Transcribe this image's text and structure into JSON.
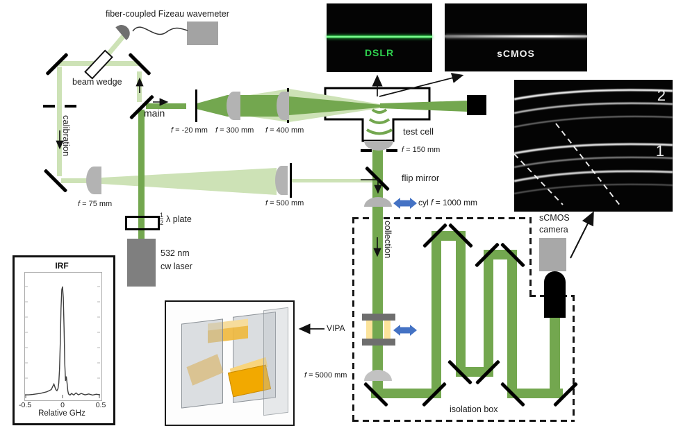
{
  "title": "Brillouin spectroscopy optical setup diagram",
  "labels": {
    "wavemeter": "fiber-coupled Fizeau wavemeter",
    "beam_wedge": "beam wedge",
    "main": "main",
    "calibration": "calibration",
    "collection": "collection",
    "f75": "f = 75 mm",
    "f_minus20": "f = -20 mm",
    "f300": "f = 300 mm",
    "f400": "f = 400 mm",
    "f500": "f = 500 mm",
    "f150": "f = 150 mm",
    "f5000": "f = 5000 mm",
    "cyl_prefix": "cyl",
    "cyl_value": "f = 1000 mm",
    "test_cell": "test cell",
    "flip_mirror": "flip mirror",
    "half_numerator": "1",
    "half_denominator": "2",
    "lambda_plate": "λ plate",
    "laser_line1": "532 nm",
    "laser_line2": "cw laser",
    "vipa": "VIPA",
    "isolation_box": "isolation box",
    "scmos_camera_line1": "sCMOS",
    "scmos_camera_line2": "camera"
  },
  "panels": {
    "dslr_label": "DSLR",
    "scmos_label": "sCMOS",
    "rings_order_top": "2",
    "rings_order_bottom": "1"
  },
  "colors": {
    "beam_green": "#73a74f",
    "beam_light_green": "#cde2b6",
    "optic_gray": "#b3b3b3",
    "device_gray": "#8c8c8c",
    "blue_arrow": "#4472c4",
    "vipa_yellow": "#fbe39b",
    "dslr_green": "#2fd24f"
  },
  "chart_data": {
    "type": "line",
    "title": "IRF",
    "xlabel": "Relative GHz",
    "xlim": [
      -0.5,
      0.5
    ],
    "ylim": [
      0,
      1
    ],
    "xticks": [
      -0.5,
      0,
      0.5
    ],
    "xtick_labels": [
      "-0.5",
      "0",
      "0.5"
    ],
    "grid": false,
    "points": [
      [
        -0.5,
        0.012
      ],
      [
        -0.45,
        0.012
      ],
      [
        -0.4,
        0.015
      ],
      [
        -0.35,
        0.02
      ],
      [
        -0.3,
        0.025
      ],
      [
        -0.27,
        0.03
      ],
      [
        -0.24,
        0.035
      ],
      [
        -0.21,
        0.04
      ],
      [
        -0.18,
        0.05
      ],
      [
        -0.15,
        0.06
      ],
      [
        -0.13,
        0.09
      ],
      [
        -0.115,
        0.11
      ],
      [
        -0.1,
        0.08
      ],
      [
        -0.09,
        0.06
      ],
      [
        -0.075,
        0.05
      ],
      [
        -0.06,
        0.07
      ],
      [
        -0.05,
        0.12
      ],
      [
        -0.04,
        0.25
      ],
      [
        -0.03,
        0.5
      ],
      [
        -0.02,
        0.8
      ],
      [
        -0.01,
        0.97
      ],
      [
        0,
        1.0
      ],
      [
        0.01,
        0.9
      ],
      [
        0.02,
        0.62
      ],
      [
        0.03,
        0.3
      ],
      [
        0.04,
        0.14
      ],
      [
        0.05,
        0.18
      ],
      [
        0.06,
        0.12
      ],
      [
        0.07,
        0.05
      ],
      [
        0.08,
        0.02
      ],
      [
        0.1,
        0.01
      ],
      [
        0.12,
        0.025
      ],
      [
        0.15,
        0.01
      ],
      [
        0.18,
        0.03
      ],
      [
        0.21,
        0.012
      ],
      [
        0.25,
        0.025
      ],
      [
        0.3,
        0.012
      ],
      [
        0.35,
        0.02
      ],
      [
        0.4,
        0.01
      ],
      [
        0.45,
        0.018
      ],
      [
        0.5,
        0.012
      ]
    ]
  }
}
